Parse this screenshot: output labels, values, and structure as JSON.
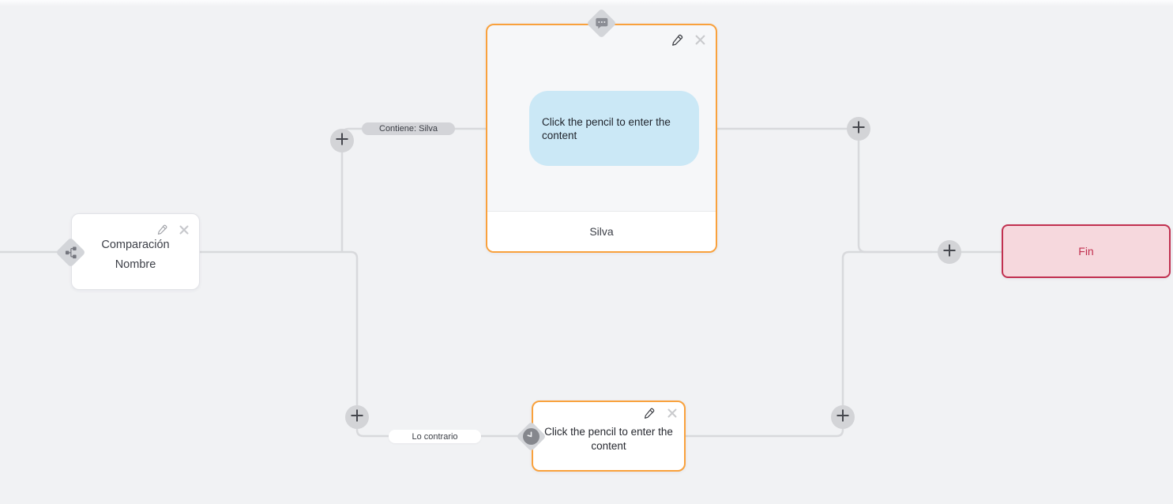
{
  "flow": {
    "nodes": {
      "condition": {
        "type": "condition",
        "title_line1": "Comparación",
        "title_line2": "Nombre"
      },
      "message": {
        "type": "message",
        "bubble_text": "Click the pencil to enter the content",
        "footer_label": "Silva"
      },
      "delay": {
        "type": "timed-message",
        "placeholder_text": "Click the pencil to enter the content"
      },
      "end": {
        "type": "end",
        "label": "Fin"
      }
    },
    "edge_labels": {
      "match": "Contiene: Silva",
      "otherwise": "Lo contrario"
    },
    "icons": {
      "condition_badge": "sitemap-icon",
      "message_badge": "comment-icon",
      "delay_badge": "clock-icon",
      "node_actions": [
        "edit-pencil-icon",
        "delete-x-icon"
      ],
      "connector_buttons": "plus-icon"
    },
    "colors": {
      "canvas": "#f1f2f4",
      "edge_line": "#d8d9dc",
      "accent_orange": "#f9a13c",
      "end_border": "#c1304f",
      "end_fill": "#f6d8dd",
      "end_text": "#c1304f",
      "bubble_blue": "#cbe8f6",
      "pill_gray": "#d3d4d8",
      "plus_circle": "#d3d4d7",
      "diamond_gray": "#d3d5d9"
    }
  }
}
